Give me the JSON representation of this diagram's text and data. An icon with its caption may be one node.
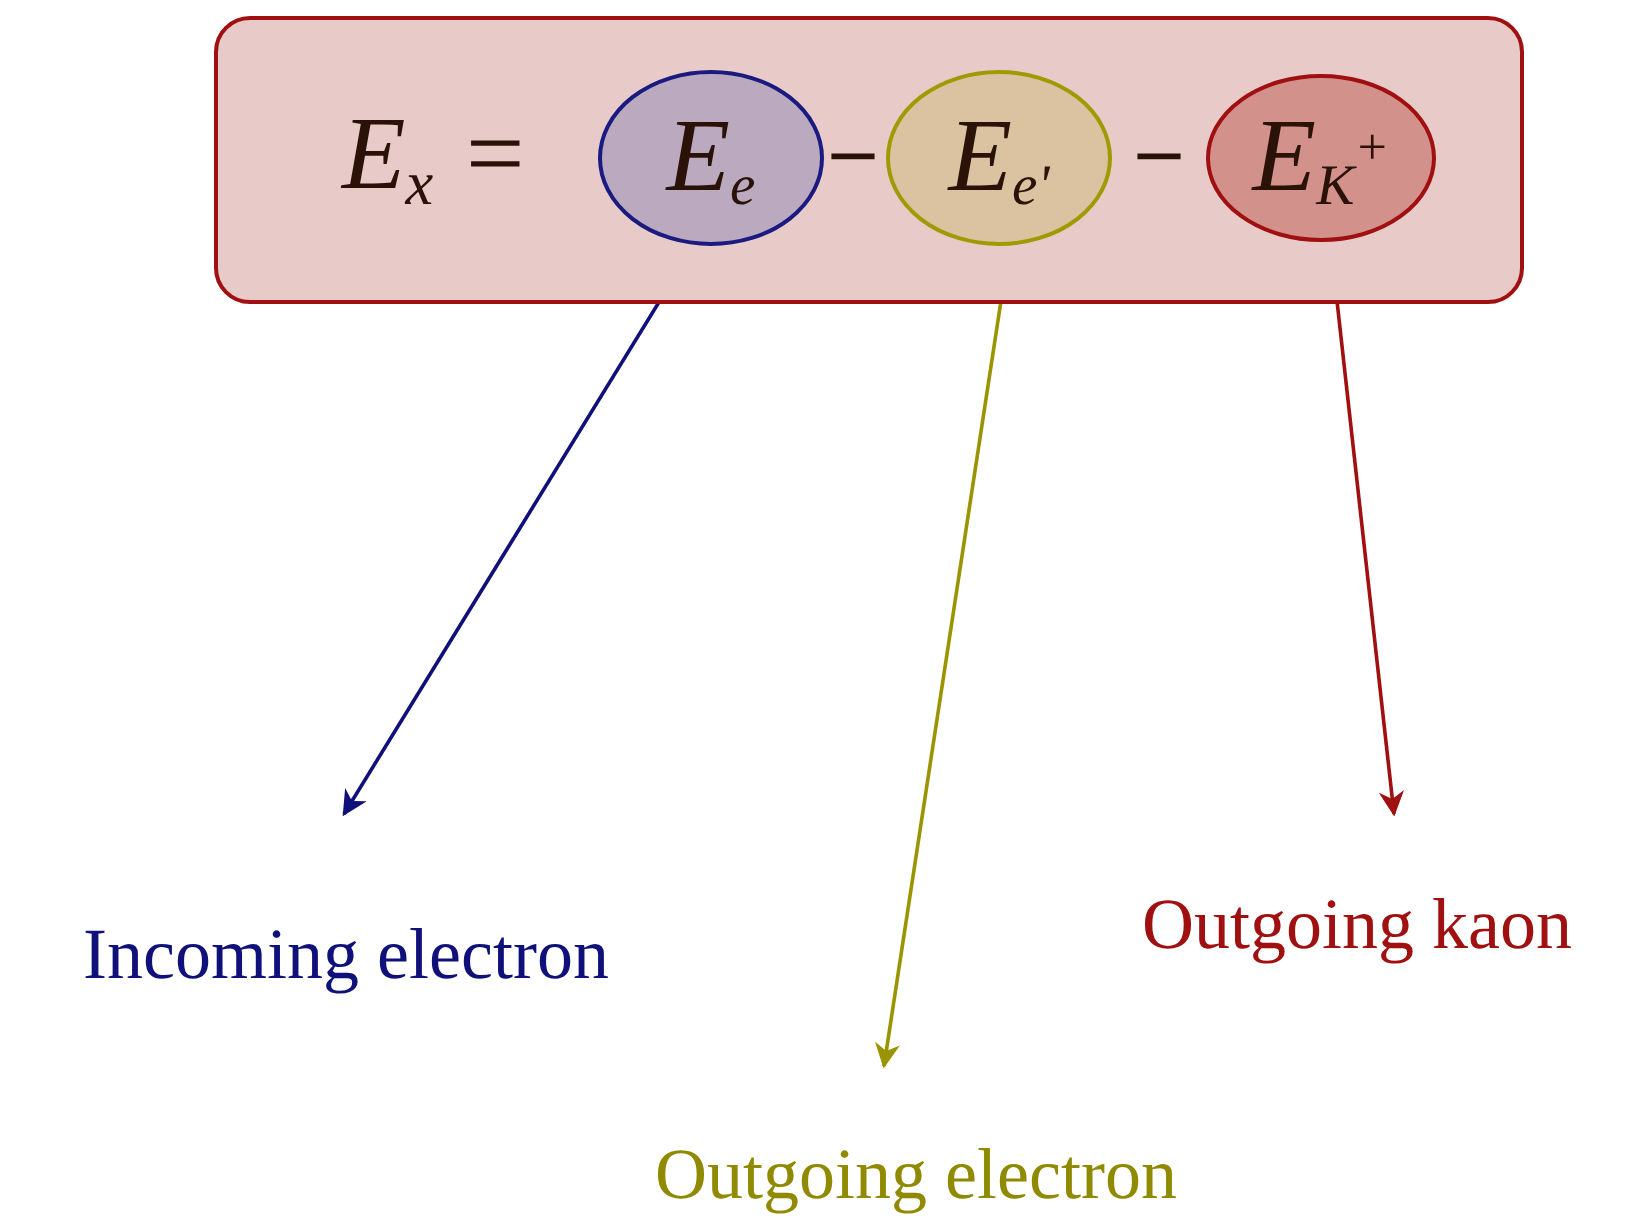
{
  "diagram": {
    "nodes": [
      {
        "text": [
          "E$_{x}$ =",
          "–",
          "–"
        ]
      },
      {
        "text": [
          "E$_{e}$"
        ],
        "in": 0
      },
      {
        "text": [
          "E$_{e'}$"
        ],
        "in": 0
      },
      {
        "text": [
          "E$_{K}$$^{+}$"
        ],
        "in": 0
      },
      {
        "text": [
          "Incoming electron"
        ]
      },
      {
        "text": [
          "Outgoing electron"
        ]
      },
      {
        "text": [
          "Outgoing kaon"
        ]
      }
    ],
    "edges": [
      {
        "from": 1,
        "to": 4,
        "arrow": "to",
        "color": "#10107a"
      },
      {
        "from": 2,
        "to": 5,
        "arrow": "to",
        "color": "#9a9400"
      },
      {
        "from": 3,
        "to": 6,
        "arrow": "to",
        "color": "#a01010"
      }
    ]
  }
}
